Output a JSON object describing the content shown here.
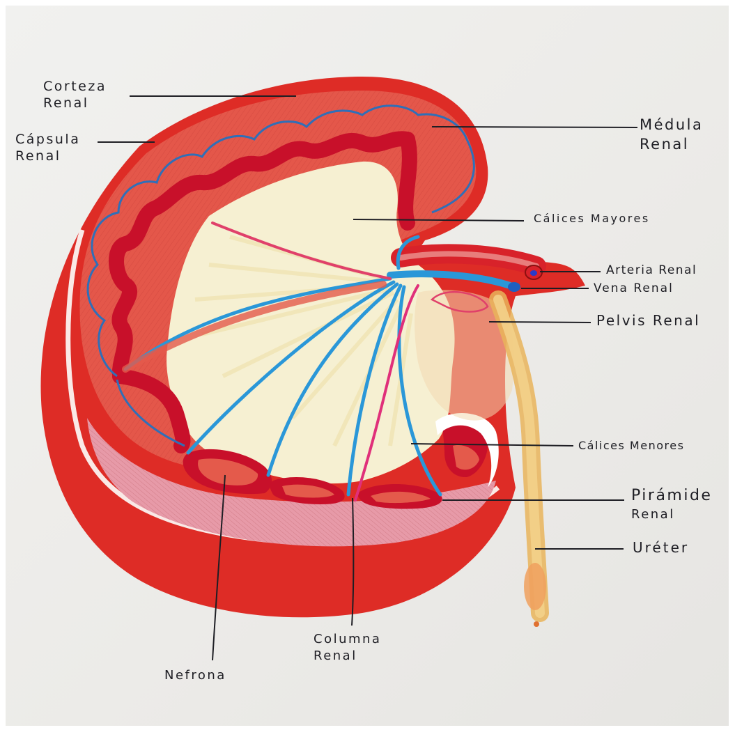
{
  "colors": {
    "paper": "#ecebe8",
    "capsule": "#de2c26",
    "cortex": "#e45a4b",
    "medulla": "#eb7a68",
    "calyx": "#f5efcf",
    "artery": "#d8222a",
    "vein": "#2a97d8",
    "pelvis_ureter": "#e9b45a",
    "ink": "#1e1e24"
  },
  "labels": {
    "corteza_renal": [
      "Corteza",
      "Renal"
    ],
    "capsula_renal": [
      "Cápsula",
      "Renal"
    ],
    "medula_renal": [
      "Médula",
      "Renal"
    ],
    "calices_mayores": "Cálices Mayores",
    "arteria_renal": "Arteria Renal",
    "vena_renal": "Vena Renal",
    "pelvis_renal": "Pelvis Renal",
    "calices_menores": "Cálices Menores",
    "piramide_renal": [
      "Pirámide",
      "Renal"
    ],
    "ureter": "Uréter",
    "columna_renal": [
      "Columna",
      "Renal"
    ],
    "nefrona": "Nefrona"
  }
}
